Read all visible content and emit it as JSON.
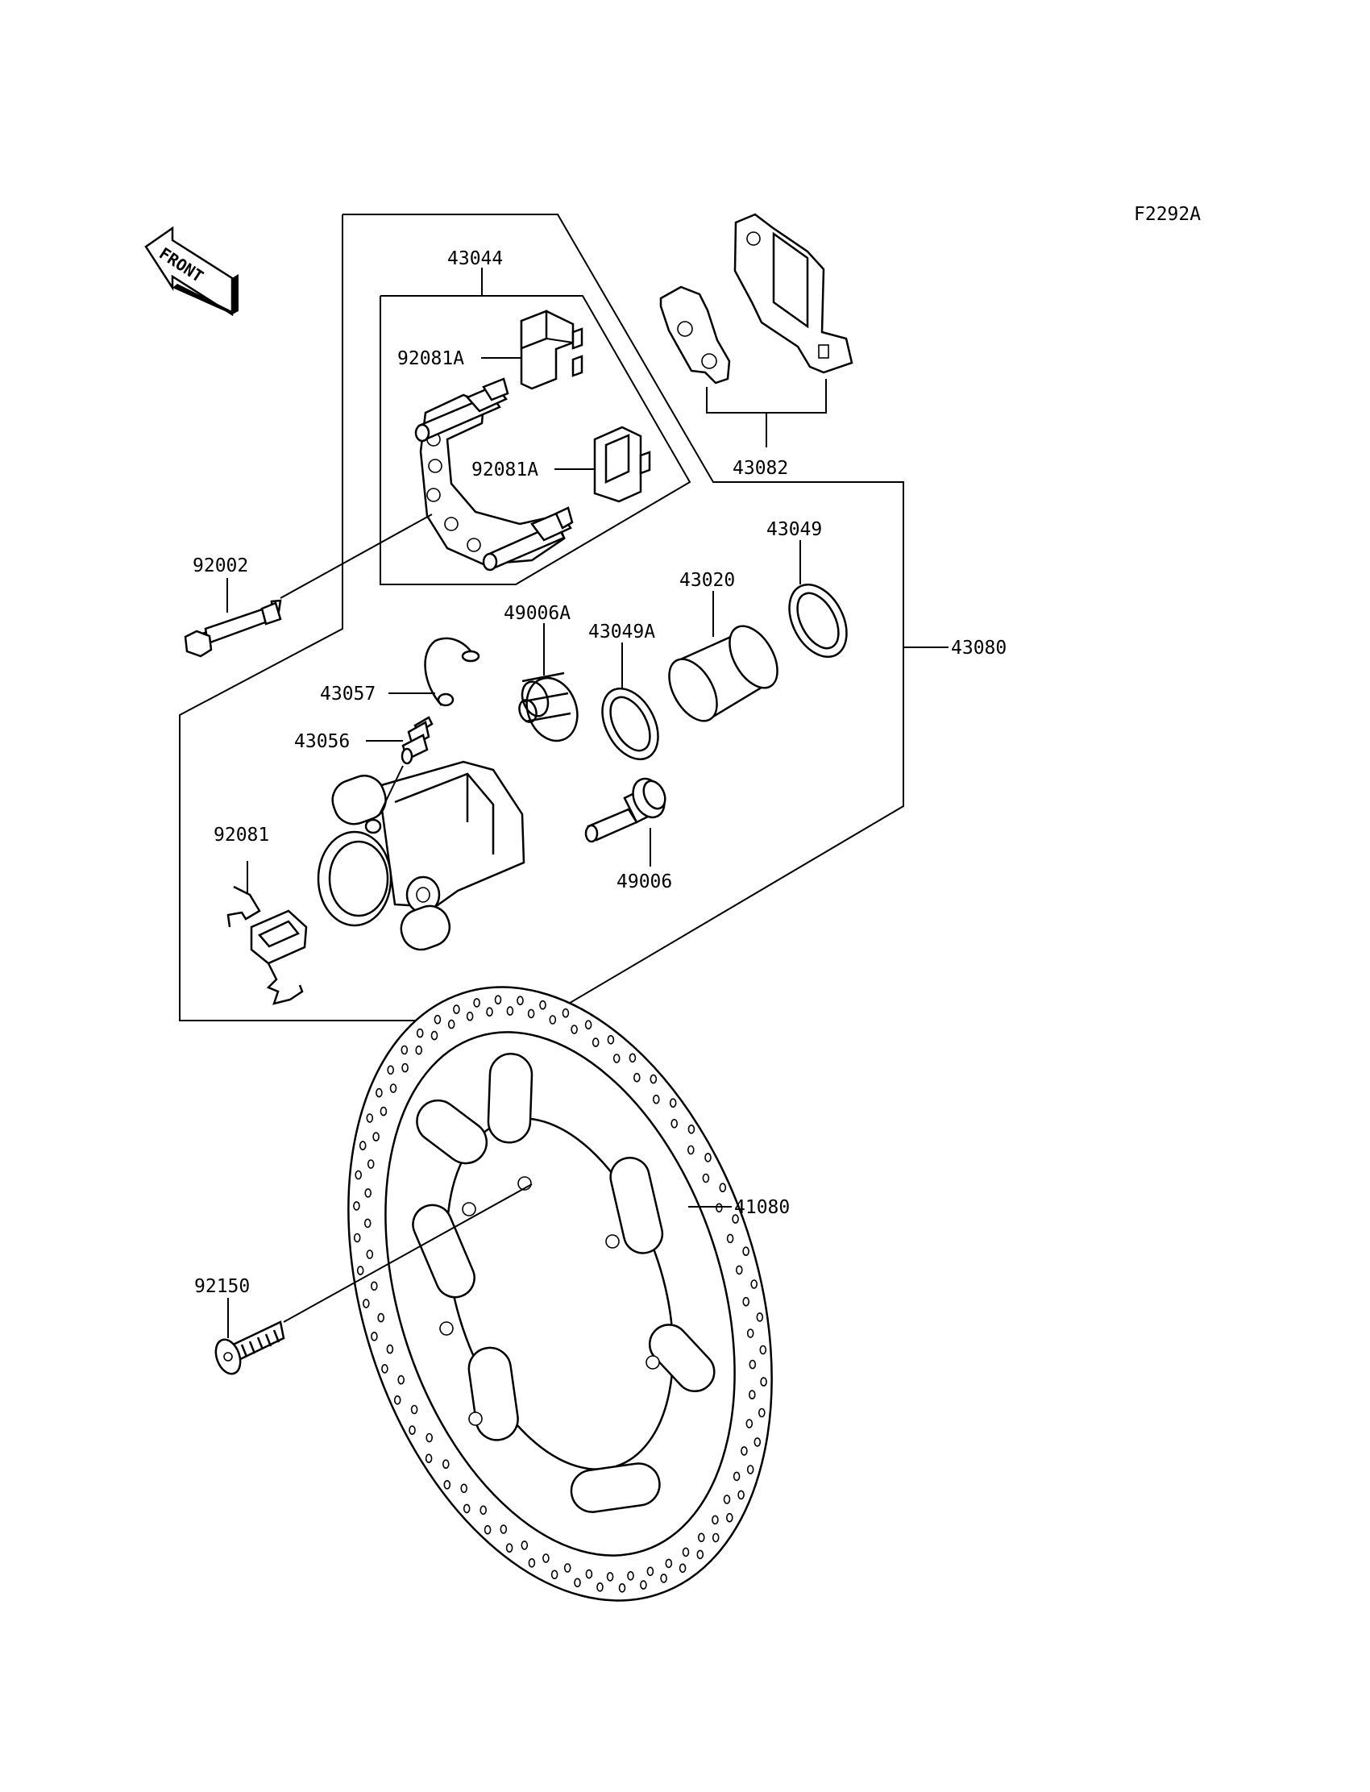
{
  "figure_code": "F2292A",
  "front_label": "FRONT",
  "labels": {
    "p43044": "43044",
    "p92081A_top": "92081A",
    "p92081A_mid": "92081A",
    "p43082": "43082",
    "p43049": "43049",
    "p92002": "92002",
    "p49006A": "49006A",
    "p43020": "43020",
    "p43049A": "43049A",
    "p43080": "43080",
    "p43057": "43057",
    "p43056": "43056",
    "p92081": "92081",
    "p49006": "49006",
    "p41080": "41080",
    "p92150": "92150"
  }
}
